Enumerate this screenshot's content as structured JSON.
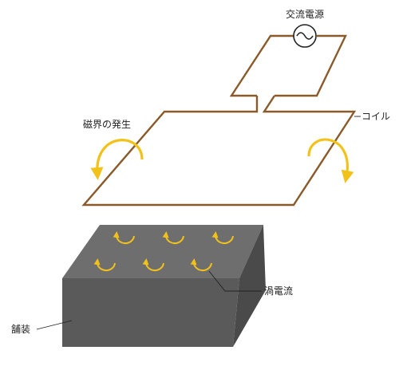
{
  "labels": {
    "power_source": "交流電源",
    "coil": "コイル",
    "magnetic_field": "磁界の発生",
    "eddy_current": "渦電流",
    "pavement": "舗装"
  },
  "colors": {
    "coil": "#8a5a2b",
    "arrow": "#f2c21b",
    "block_top": "#6e6e6e",
    "block_left": "#4d4d4d",
    "block_front": "#595959",
    "text": "#222222"
  },
  "icons": {
    "power_source": "ac-source-symbol",
    "field": "curved-arrow",
    "eddy": "circular-arrow"
  }
}
